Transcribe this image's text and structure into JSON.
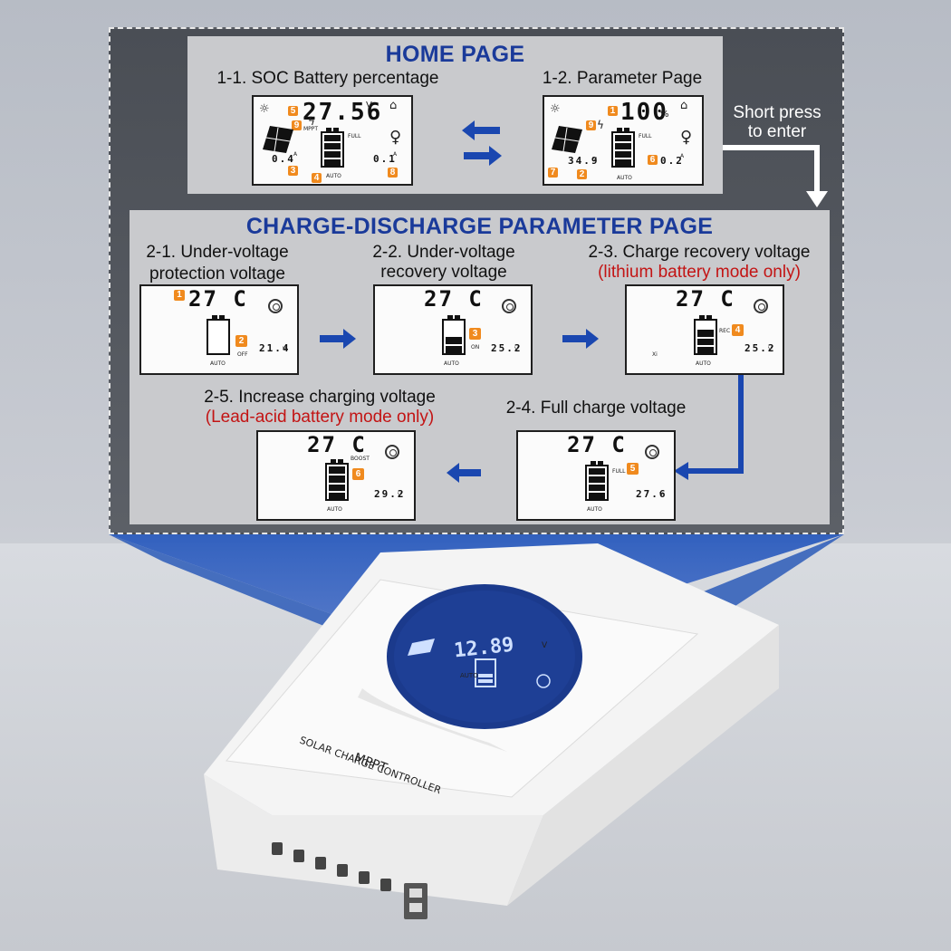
{
  "home": {
    "title": "HOME PAGE",
    "screen1": {
      "label": "1-1. SOC Battery percentage",
      "main_value": "27.56",
      "main_unit": "V",
      "left_value": "0.4",
      "left_unit": "A",
      "right_value": "0.1",
      "right_unit": "A",
      "full_text": "FULL",
      "mppt_text": "MPPT",
      "auto_text": "AUTO",
      "badges": [
        "5",
        "9",
        "3",
        "4",
        "8"
      ]
    },
    "screen2": {
      "label": "1-2. Parameter Page",
      "main_value": "100",
      "main_unit": "%",
      "left_value": "34.9",
      "left_unit": "V",
      "right_value": "0.2",
      "right_unit": "A",
      "full_text": "FULL",
      "auto_text": "AUTO",
      "badges": [
        "1",
        "9",
        "7",
        "2",
        "6"
      ]
    },
    "short_press": "Short press",
    "to_enter": "to enter"
  },
  "charge_discharge": {
    "title": "CHARGE-DISCHARGE PARAMETER PAGE",
    "steps": [
      {
        "label_line1": "2-1. Under-voltage",
        "label_line2": "protection voltage",
        "temp": "27 C",
        "value": "21.4",
        "unit": "V",
        "badge_a": "1",
        "badge_b": "2",
        "tag": "OFF",
        "auto_text": "AUTO"
      },
      {
        "label_line1": "2-2. Under-voltage",
        "label_line2": "recovery voltage",
        "temp": "27 C",
        "value": "25.2",
        "unit": "V",
        "badge_b": "3",
        "tag": "ON",
        "auto_text": "AUTO"
      },
      {
        "label_line1": "2-3. Charge recovery voltage",
        "label_line2": "(lithium battery mode only)",
        "temp": "27 C",
        "value": "25.2",
        "unit": "V",
        "badge_b": "4",
        "tag": "REC",
        "auto_text": "AUTO",
        "extra": "Xi"
      },
      {
        "label_line1": "2-4. Full charge voltage",
        "temp": "27 C",
        "value": "27.6",
        "unit": "V",
        "badge_b": "5",
        "tag": "FULL",
        "auto_text": "AUTO"
      },
      {
        "label_line1": "2-5. Increase charging voltage",
        "label_line2": "(Lead-acid battery mode only)",
        "temp": "27 C",
        "value": "29.2",
        "unit": "V",
        "badge_b": "6",
        "tag": "BOOST",
        "auto_text": "AUTO"
      }
    ]
  },
  "device": {
    "display_value": "12.89",
    "display_unit": "V",
    "display_auto": "AUTO",
    "brand_line1": "MPPT",
    "brand_line2": "SOLAR CHARGE CONTROLLER"
  },
  "colors": {
    "accent_blue": "#1a47b0",
    "title_blue": "#1a3a9a",
    "badge_orange": "#f08a1e",
    "red_note": "#c31414",
    "device_display": "#1b3a8c"
  },
  "icons": [
    "sun-icon",
    "home-icon",
    "solar-panel-icon",
    "lightning-icon",
    "bulb-icon",
    "gear-icon",
    "battery-icon",
    "usb-port-icon"
  ]
}
